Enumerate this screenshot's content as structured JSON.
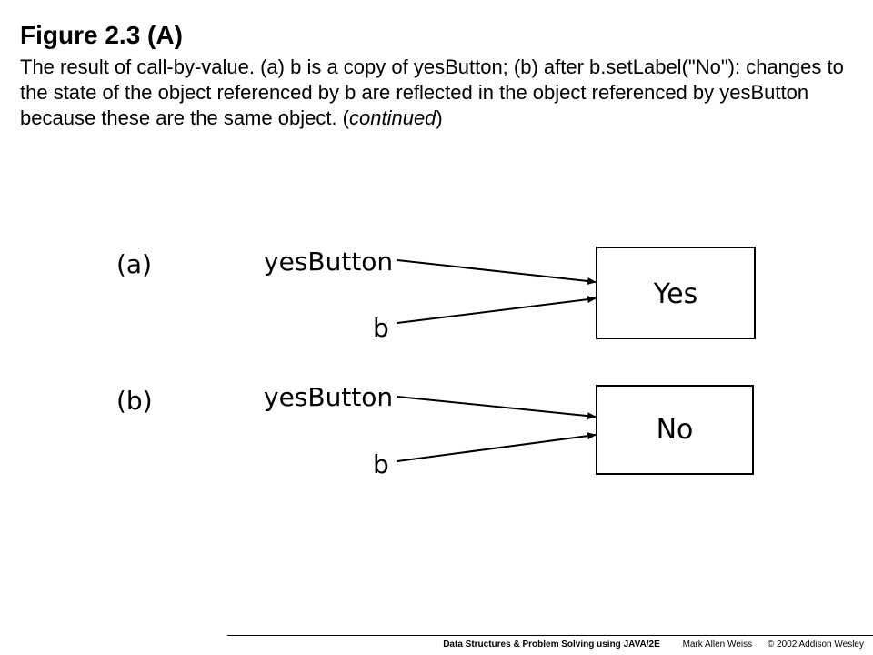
{
  "title": "Figure 2.3 (A)",
  "caption": {
    "main": "The result of call-by-value. (a) b is a copy of yesButton; (b) after b.setLabel(\"No\"): changes to the state of the object referenced by b are reflected in the object referenced by yesButton because these are the same object. (",
    "italic": "continued",
    "end": ")"
  },
  "diagram": {
    "panels": [
      {
        "tag": "(a)",
        "ref1": "yesButton",
        "ref2": "b",
        "object_label": "Yes"
      },
      {
        "tag": "(b)",
        "ref1": "yesButton",
        "ref2": "b",
        "object_label": "No"
      }
    ]
  },
  "footer": {
    "book": "Data Structures & Problem Solving using JAVA/2E",
    "author": "Mark Allen Weiss",
    "copyright": "© 2002  Addison Wesley"
  }
}
